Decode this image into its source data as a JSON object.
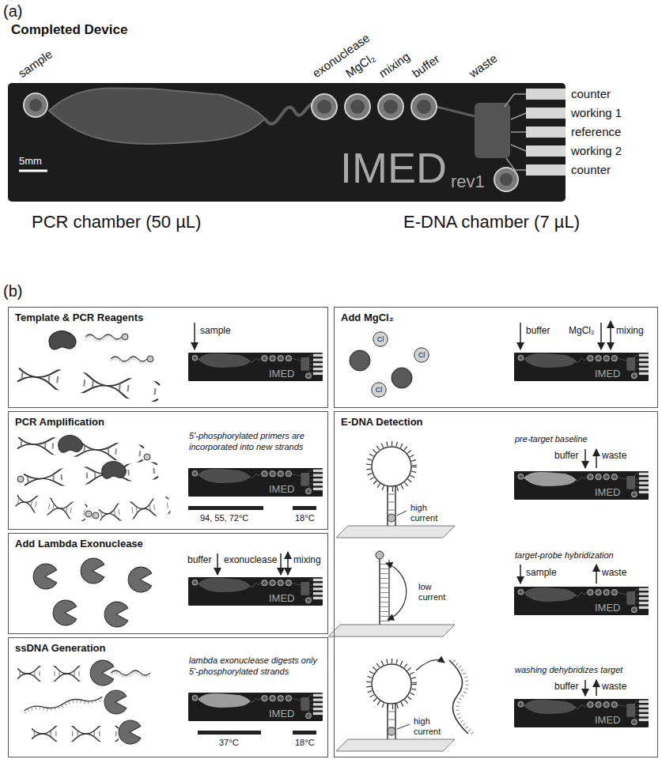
{
  "diagram": {
    "nodes": [
      {
        "text": [
          "5mm",
          "IMED",
          "rev1"
        ]
      },
      {
        "text": [
          "Template & PCR Reagents",
          "sample"
        ]
      },
      {
        "text": [
          "IMED"
        ],
        "in": 1
      },
      {
        "text": [
          "PCR Amplification",
          "5'-phosphorylated primers are incorporated into new strands",
          "94, 55, 72°C",
          "18°C"
        ]
      },
      {
        "text": [
          "IMED"
        ],
        "in": 3
      },
      {
        "text": [
          "Add Lambda Exonuclease",
          "buffer",
          "exonuclease",
          "mixing"
        ]
      },
      {
        "text": [
          "IMED"
        ],
        "in": 5
      },
      {
        "text": [
          "ssDNA Generation",
          "lambda exonuclease digests only 5'-phosphorylated strands",
          "37°C",
          "18°C"
        ]
      },
      {
        "text": [
          "IMED"
        ],
        "in": 7
      },
      {
        "text": [
          "Add MgCl₂",
          "buffer",
          "MgCl₂",
          "mixing"
        ]
      },
      {
        "text": [
          "Cl"
        ],
        "in": 9
      },
      {
        "text": [
          "Cl"
        ],
        "in": 9
      },
      {
        "text": [
          "Cl"
        ],
        "in": 9
      },
      {
        "text": [
          "IMED"
        ],
        "in": 9
      },
      {
        "text": [
          "E-DNA Detection",
          "pre-target baseline",
          "buffer",
          "waste",
          "high current",
          "target-probe hybridization",
          "sample",
          "waste",
          "low current",
          "washing dehybridizes target",
          "buffer",
          "waste",
          "high current"
        ]
      },
      {
        "text": [
          "IMED"
        ],
        "in": 14
      },
      {
        "text": [
          "IMED"
        ],
        "in": 14
      },
      {
        "text": [
          "IMED"
        ],
        "in": 14
      }
    ],
    "labels": [
      "(a)",
      "Completed Device",
      "sample",
      "exonuclease",
      "MgCl₂",
      "mixing",
      "buffer",
      "waste",
      "counter",
      "working 1",
      "reference",
      "working 2",
      "counter",
      "PCR chamber (50 µL)",
      "E-DNA chamber (7 µL)",
      "(b)"
    ]
  }
}
